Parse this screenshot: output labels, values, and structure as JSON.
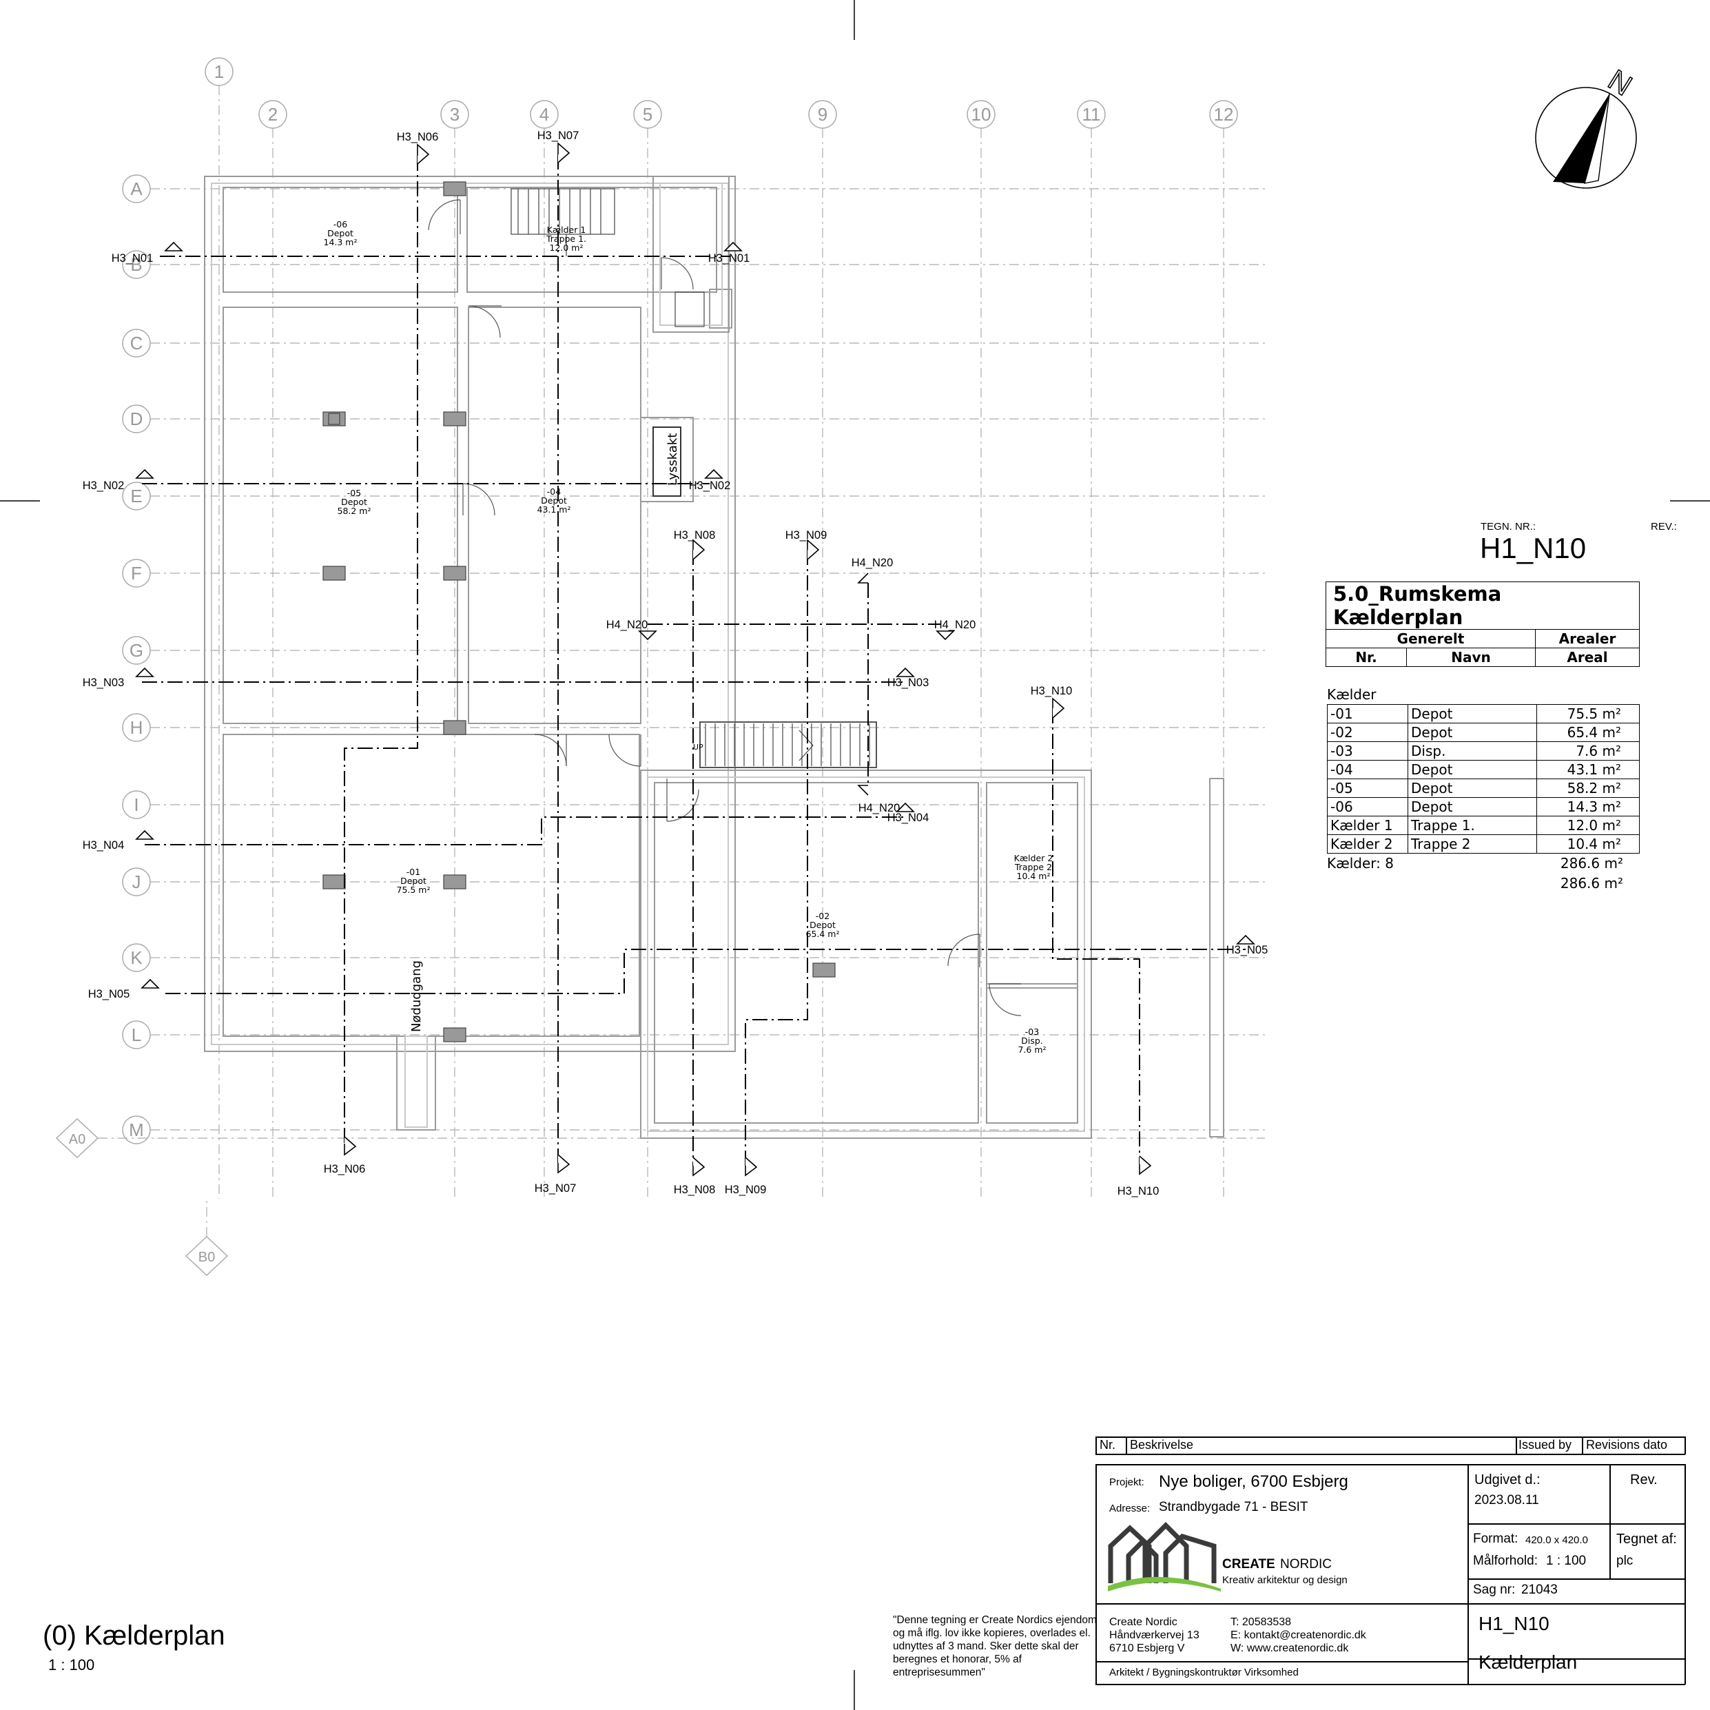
{
  "drawing": {
    "view_title": "(0) Kælderplan",
    "view_scale": "1 : 100",
    "north_label": "N",
    "grid_columns": [
      "1",
      "2",
      "3",
      "4",
      "5",
      "9",
      "10",
      "11",
      "12"
    ],
    "grid_rows": [
      "A",
      "B",
      "C",
      "D",
      "E",
      "F",
      "G",
      "H",
      "I",
      "J",
      "K",
      "L",
      "M"
    ],
    "level_markers": [
      "A0",
      "B0"
    ],
    "section_labels": [
      "H3_N01",
      "H3_N02",
      "H3_N03",
      "H3_N04",
      "H3_N05",
      "H3_N06",
      "H3_N07",
      "H3_N08",
      "H3_N09",
      "H3_N10",
      "H4_N20"
    ],
    "rooms": [
      {
        "nr": "-06",
        "name": "Depot",
        "area": "14.3 m²"
      },
      {
        "nr": "Kælder 1",
        "name": "Trappe 1.",
        "area": "12.0 m²"
      },
      {
        "nr": "-05",
        "name": "Depot",
        "area": "58.2 m²"
      },
      {
        "nr": "-04",
        "name": "Depot",
        "area": "43.1 m²"
      },
      {
        "nr": "-01",
        "name": "Depot",
        "area": "75.5 m²"
      },
      {
        "nr": "-02",
        "name": "Depot",
        "area": "65.4 m²"
      },
      {
        "nr": "Kælder 2",
        "name": "Trappe 2",
        "area": "10.4 m²"
      },
      {
        "nr": "-03",
        "name": "Disp.",
        "area": "7.6 m²"
      }
    ],
    "labels": {
      "lysskakt": "Lysskakt",
      "nodudgang": "Nødudgang",
      "up": "UP"
    }
  },
  "header": {
    "drawing_number_label": "TEGN. NR.:",
    "rev_label": "REV.:",
    "drawing_number": "H1_N10"
  },
  "schedule": {
    "title": "5.0_Rumskema Kælderplan",
    "group_general": "Generelt",
    "group_areas": "Arealer",
    "col_nr": "Nr.",
    "col_name": "Navn",
    "col_area": "Areal",
    "group_label": "Kælder",
    "rows": [
      [
        "-01",
        "Depot",
        "75.5 m²"
      ],
      [
        "-02",
        "Depot",
        "65.4 m²"
      ],
      [
        "-03",
        "Disp.",
        "7.6 m²"
      ],
      [
        "-04",
        "Depot",
        "43.1 m²"
      ],
      [
        "-05",
        "Depot",
        "58.2 m²"
      ],
      [
        "-06",
        "Depot",
        "14.3 m²"
      ],
      [
        "Kælder 1",
        "Trappe 1.",
        "12.0 m²"
      ],
      [
        "Kælder 2",
        "Trappe 2",
        "10.4 m²"
      ]
    ],
    "subtotal_label": "Kælder: 8",
    "subtotal_area": "286.6 m²",
    "total_area": "286.6 m²"
  },
  "revisions": {
    "col_nr": "Nr.",
    "col_desc": "Beskrivelse",
    "col_issued": "Issued by",
    "col_date": "Revisions dato"
  },
  "titleblock": {
    "project_label": "Projekt:",
    "project": "Nye boliger, 6700 Esbjerg",
    "address_label": "Adresse:",
    "address": "Strandbygade 71 - BESIT",
    "brand_create": "CREATE",
    "brand_nordic": "NORDIC",
    "brand_tagline": "Kreativ arkitektur og design",
    "issued_label": "Udgivet d.:",
    "issued_date": "2023.08.11",
    "rev_label": "Rev.",
    "format_label": "Format:",
    "format_value": "420.0 x 420.0",
    "scale_label": "Målforhold:",
    "scale_value": "1 : 100",
    "drawn_label": "Tegnet af:",
    "drawn_value": "plc",
    "case_label": "Sag nr:",
    "case_value": "21043",
    "company": "Create Nordic",
    "street": "Håndværkervej 13",
    "city": "6710 Esbjerg V",
    "phone": "T: 20583538",
    "email": "E: kontakt@createnordic.dk",
    "web": "W: www.createnordic.dk",
    "role": "Arkitekt / Bygningskontruktør Virksomhed",
    "sheet_number": "H1_N10",
    "sheet_name": "Kælderplan",
    "disclaimer": "\"Denne tegning er Create Nordics ejendom og må iflg. lov ikke kopieres, overlades el. udnyttes af 3 mand. Sker dette skal der beregnes et honorar, 5% af entreprisesummen\""
  },
  "colors": {
    "grid": "#b3b3b3",
    "wall": "#9a9a9a",
    "ink": "#000000",
    "logo_green": "#7ac143",
    "logo_dark": "#3a3a3a"
  }
}
